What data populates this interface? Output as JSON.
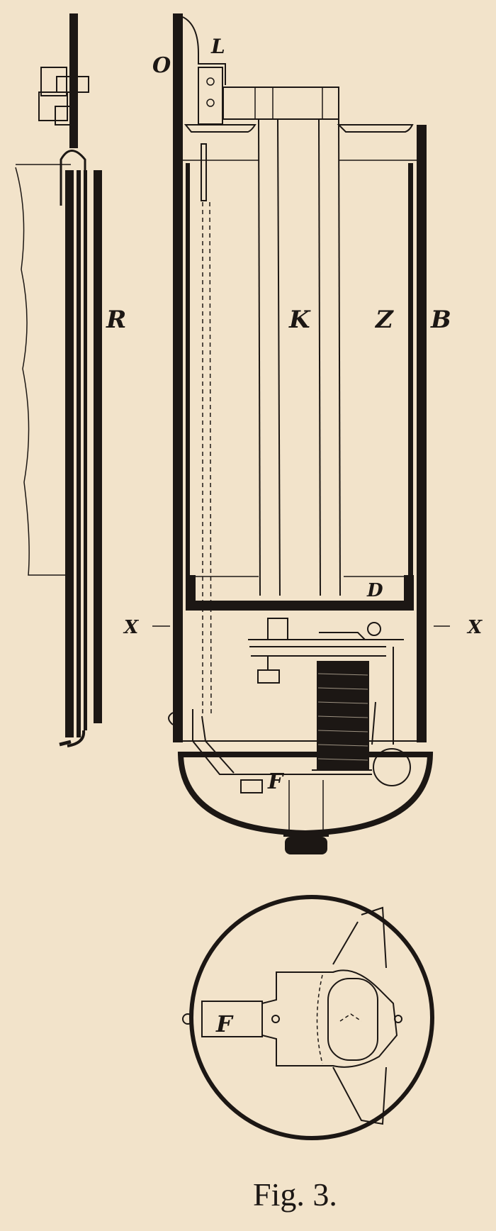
{
  "figure": {
    "caption": "Fig. 3.",
    "labels": {
      "O": "O",
      "L": "L",
      "R": "R",
      "K": "K",
      "Z": "Z",
      "B": "B",
      "D": "D",
      "X_left": "X",
      "X_right": "X",
      "F_side": "F",
      "F_bottom": "F"
    }
  },
  "colors": {
    "paper": "#f2e3ca",
    "ink": "#1c1714"
  }
}
